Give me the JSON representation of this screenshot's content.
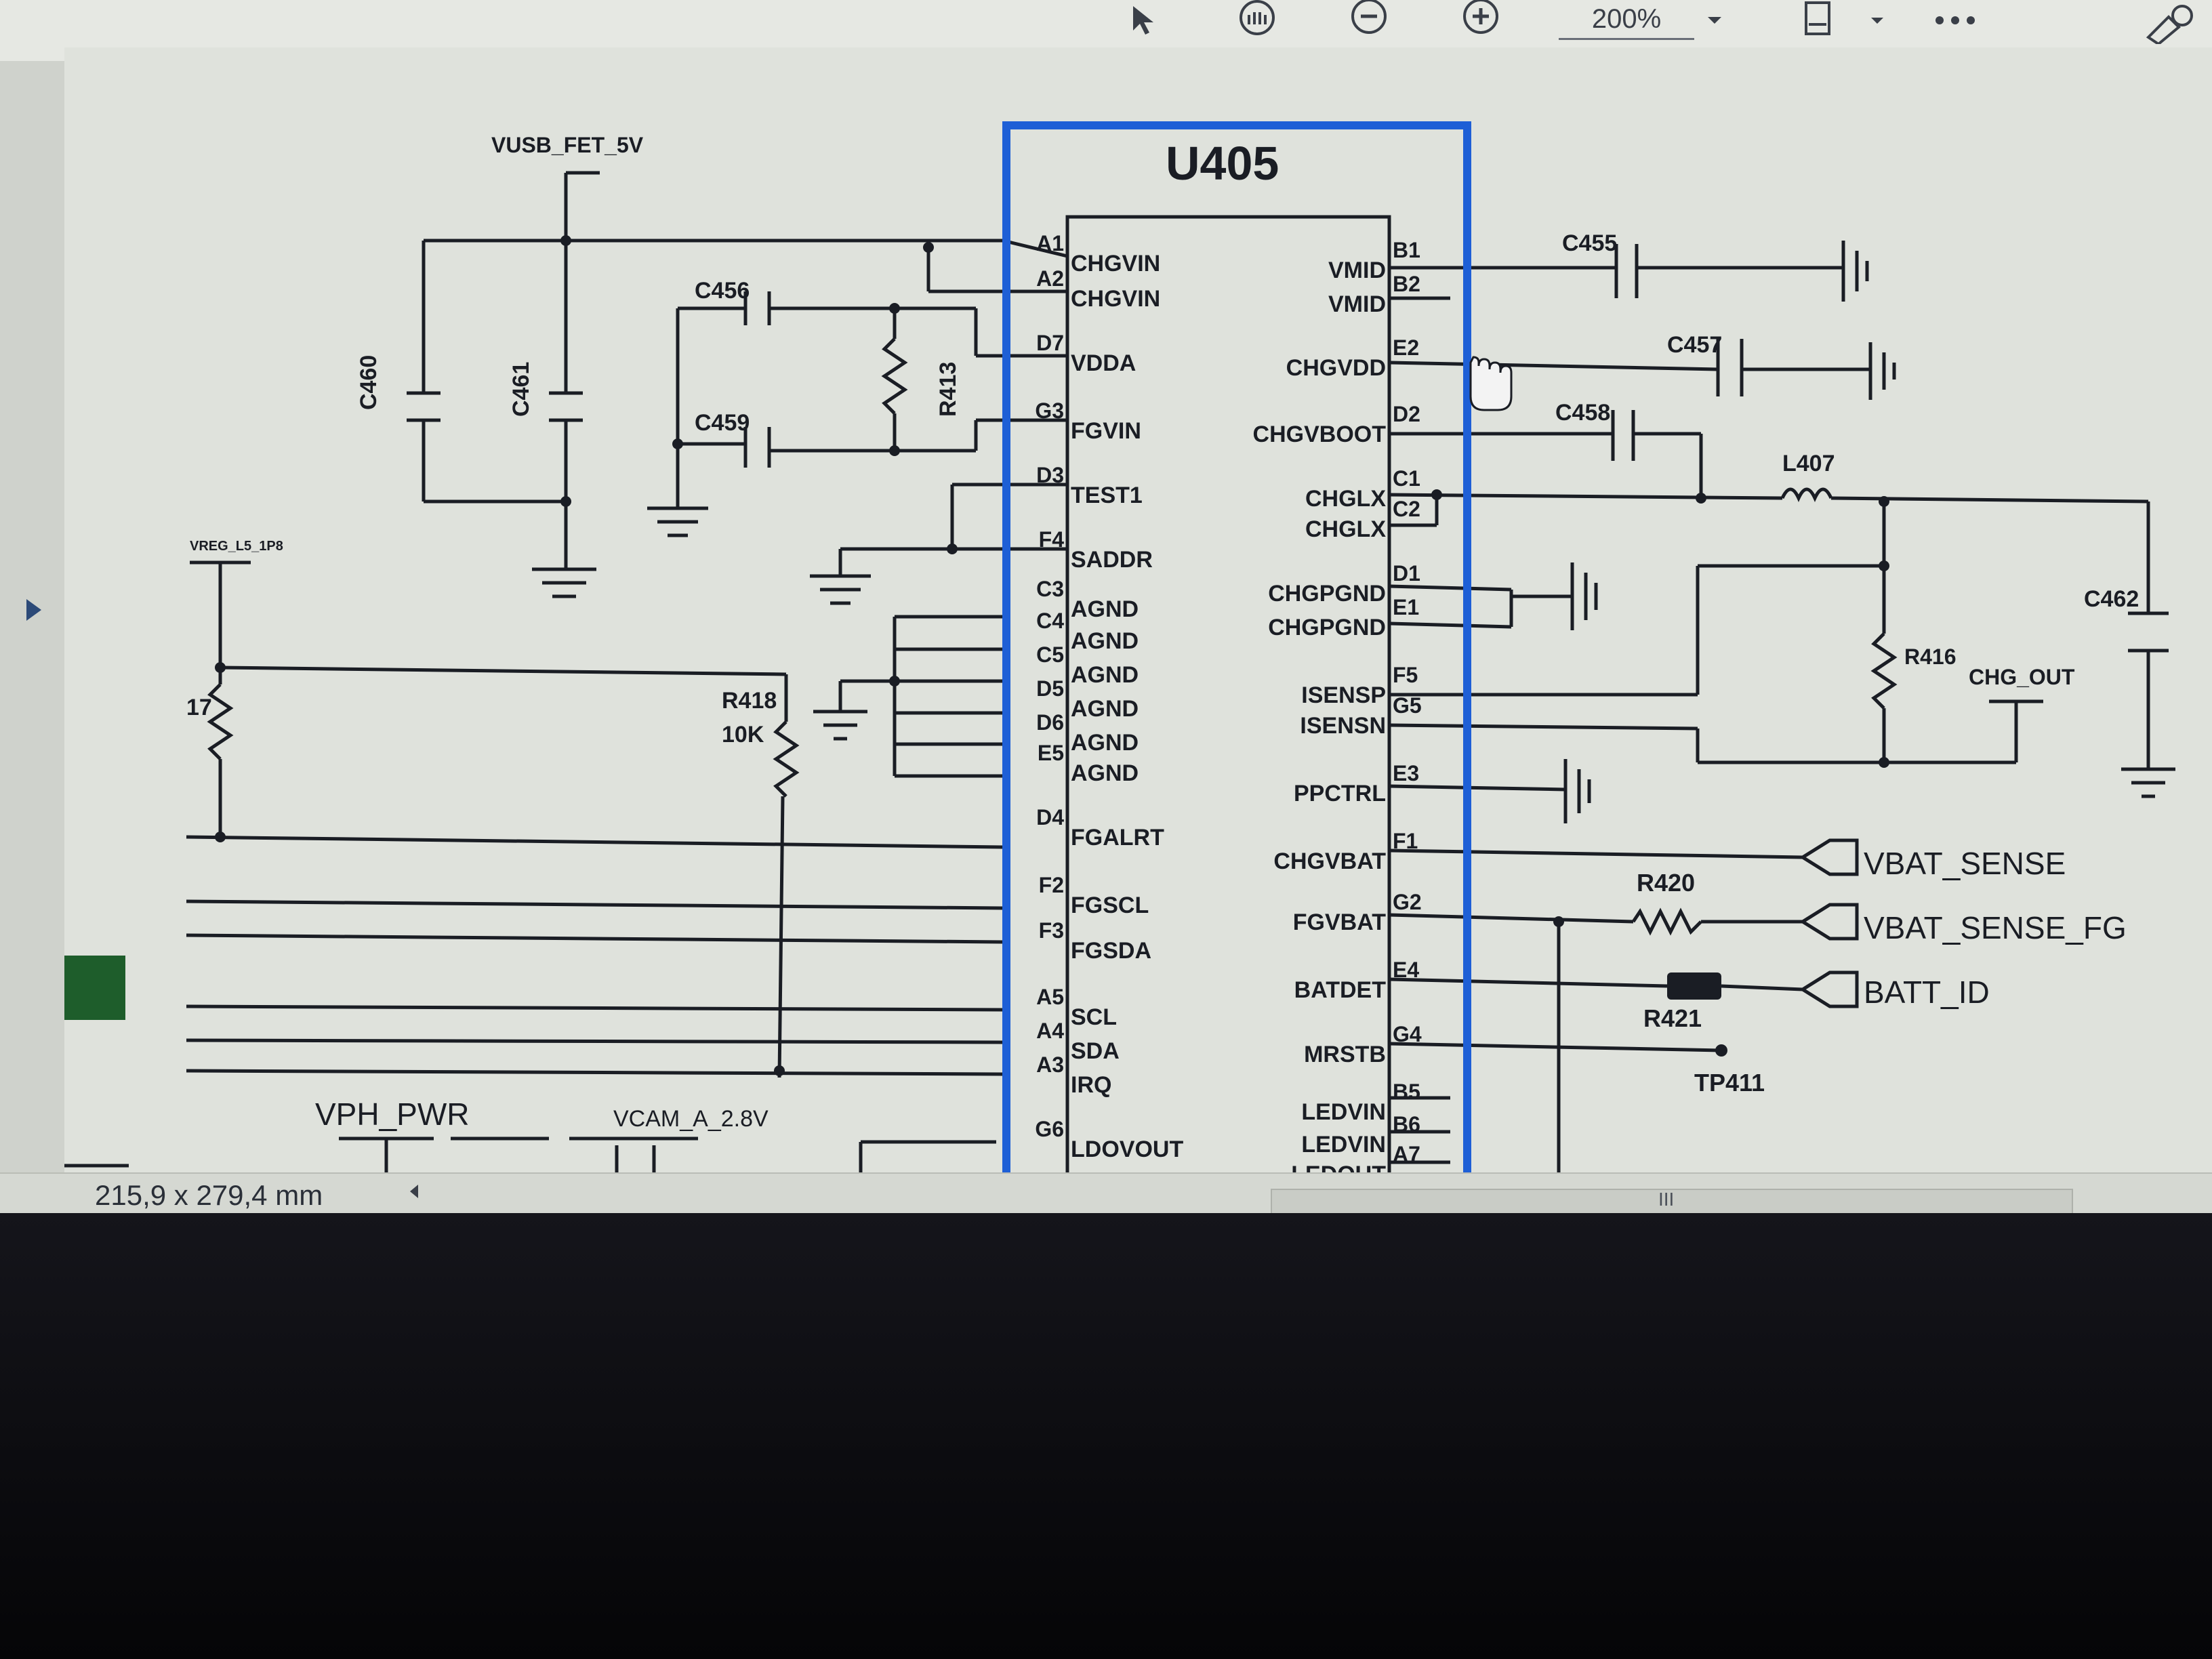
{
  "toolbar": {
    "zoom_value": "200%",
    "icons": [
      "select-arrow-icon",
      "hand-tool-icon",
      "zoom-out-icon",
      "zoom-in-icon",
      "zoom-dropdown-icon",
      "fit-page-icon",
      "more-options-icon",
      "sign-icon"
    ]
  },
  "status": {
    "page_size": "215,9 x 279,4 mm",
    "scroll_grip": "III"
  },
  "colors": {
    "highlight": "#1e5fd6",
    "wire": "#1a1d24",
    "background": "#dfe2dc"
  },
  "schematic": {
    "ic": {
      "name": "U405",
      "left_pins": [
        {
          "pin": "A1",
          "net": "CHGVIN"
        },
        {
          "pin": "A2",
          "net": "CHGVIN"
        },
        {
          "pin": "D7",
          "net": "VDDA"
        },
        {
          "pin": "G3",
          "net": "FGVIN"
        },
        {
          "pin": "D3",
          "net": "TEST1"
        },
        {
          "pin": "F4",
          "net": "SADDR"
        },
        {
          "pin": "C3",
          "net": "AGND"
        },
        {
          "pin": "C4",
          "net": "AGND"
        },
        {
          "pin": "C5",
          "net": "AGND"
        },
        {
          "pin": "D5",
          "net": "AGND"
        },
        {
          "pin": "D6",
          "net": "AGND"
        },
        {
          "pin": "E5",
          "net": "AGND"
        },
        {
          "pin": "D4",
          "net": "FGALRT"
        },
        {
          "pin": "F2",
          "net": "FGSCL"
        },
        {
          "pin": "F3",
          "net": "FGSDA"
        },
        {
          "pin": "A5",
          "net": "SCL"
        },
        {
          "pin": "A4",
          "net": "SDA"
        },
        {
          "pin": "A3",
          "net": "IRQ"
        },
        {
          "pin": "G6",
          "net": "LDOVOUT"
        }
      ],
      "right_pins": [
        {
          "pin": "B1",
          "net": "VMID"
        },
        {
          "pin": "B2",
          "net": "VMID"
        },
        {
          "pin": "E2",
          "net": "CHGVDD"
        },
        {
          "pin": "D2",
          "net": "CHGVBOOT"
        },
        {
          "pin": "C1",
          "net": "CHGLX"
        },
        {
          "pin": "C2",
          "net": "CHGLX"
        },
        {
          "pin": "D1",
          "net": "CHGPGND"
        },
        {
          "pin": "E1",
          "net": "CHGPGND"
        },
        {
          "pin": "F5",
          "net": "ISENSP"
        },
        {
          "pin": "G5",
          "net": "ISENSN"
        },
        {
          "pin": "E3",
          "net": "PPCTRL"
        },
        {
          "pin": "F1",
          "net": "CHGVBAT"
        },
        {
          "pin": "G2",
          "net": "FGVBAT"
        },
        {
          "pin": "E4",
          "net": "BATDET"
        },
        {
          "pin": "G4",
          "net": "MRSTB"
        },
        {
          "pin": "B5",
          "net": "LEDVIN"
        },
        {
          "pin": "B6",
          "net": "LEDVIN"
        },
        {
          "pin": "A7",
          "net": "LEDOUT"
        }
      ]
    },
    "labels": {
      "vusb": "VUSB_FET_5V",
      "c460": "C460",
      "c461": "C461",
      "c456a": "C456",
      "c459": "C459",
      "r413": "R413",
      "vreg": "VREG_L5_1P8",
      "r417": "17",
      "r418": "R418",
      "r418v": "10K",
      "c455": "C455",
      "c457": "C457",
      "c458": "C458",
      "l407": "L407",
      "c462": "C462",
      "r416": "R416",
      "chg_out": "CHG_OUT",
      "r420": "R420",
      "r421": "R421",
      "tp411": "TP411",
      "vph_pwr": "VPH_PWR",
      "vcam": "VCAM_A_2.8V"
    },
    "ports": {
      "vbat_sense": "VBAT_SENSE",
      "vbat_sense_fg": "VBAT_SENSE_FG",
      "batt_id": "BATT_ID"
    }
  }
}
